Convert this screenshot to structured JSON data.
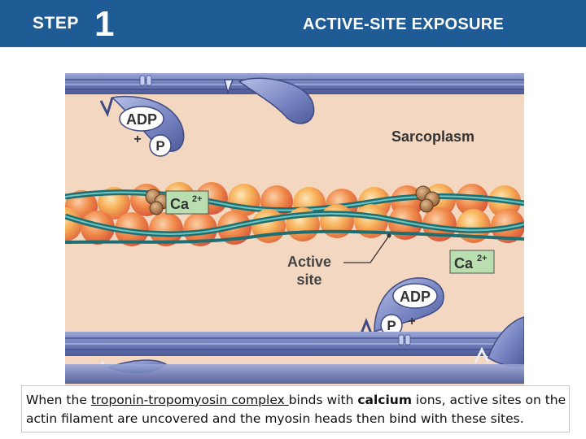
{
  "header": {
    "step_word": "STEP",
    "step_number": "1",
    "title": "ACTIVE-SITE EXPOSURE"
  },
  "diagram": {
    "label_sarcoplasm": "Sarcoplasm",
    "label_adp_top": "ADP",
    "label_p_top": "P",
    "label_plus_top": "+",
    "label_ca_left": "Ca",
    "label_ca_left_sup": "2+",
    "label_ca_right": "Ca",
    "label_ca_right_sup": "2+",
    "label_active": "Active",
    "label_site": "site",
    "label_adp_bottom": "ADP",
    "label_p_bottom": "P",
    "label_plus_bottom": "+"
  },
  "caption": {
    "part1": "When the ",
    "part2": "troponin-tropomyosin complex ",
    "part3": "binds with ",
    "part4": "calcium",
    "part5": " ions, active sites on the actin filament are uncovered and the myosin heads then bind with these sites."
  },
  "colors": {
    "header_bg": "#1f5b94",
    "sarcoplasm_bg": "#f3d7c0",
    "myosin": "#6c7bb8",
    "actin_orange": "#ee8a3e",
    "tropomyosin": "#2e8b8b",
    "ca_box": "#b9dfb0"
  }
}
